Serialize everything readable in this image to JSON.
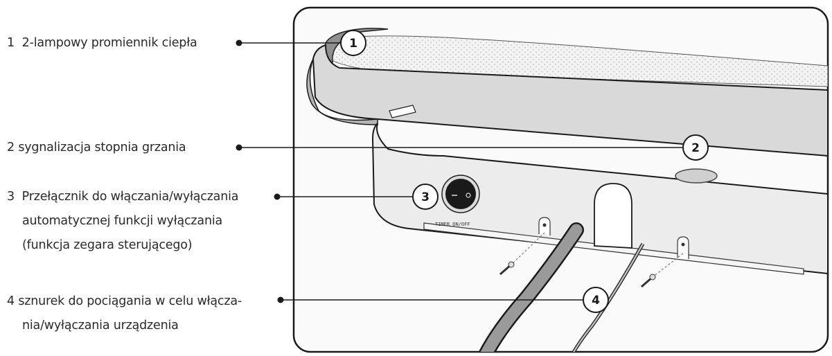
{
  "labels": [
    {
      "number": "1",
      "lines": [
        "2-lampowy promiennik ciepła"
      ]
    },
    {
      "number": "2",
      "lines": [
        "sygnalizacja stopnia grzania"
      ]
    },
    {
      "number": "3",
      "lines": [
        "Przełącznik do włączania/wyłączania",
        "automatycznej funkcji wyłączania",
        "(funkcja zegara sterującego)"
      ]
    },
    {
      "number": "4",
      "lines": [
        "sznurek do pociągania w celu włącza-",
        "nia/wyłączania urządzenia"
      ]
    }
  ],
  "callouts": [
    "1",
    "2",
    "3",
    "4"
  ],
  "switch_marking": "TIMER ON/OFF",
  "colors": {
    "frame": "#1a1a1a",
    "panel": "#d9d9d9",
    "housing": "#ececec",
    "grille": "#f2f2f2",
    "cord": "#9a9a9a"
  }
}
